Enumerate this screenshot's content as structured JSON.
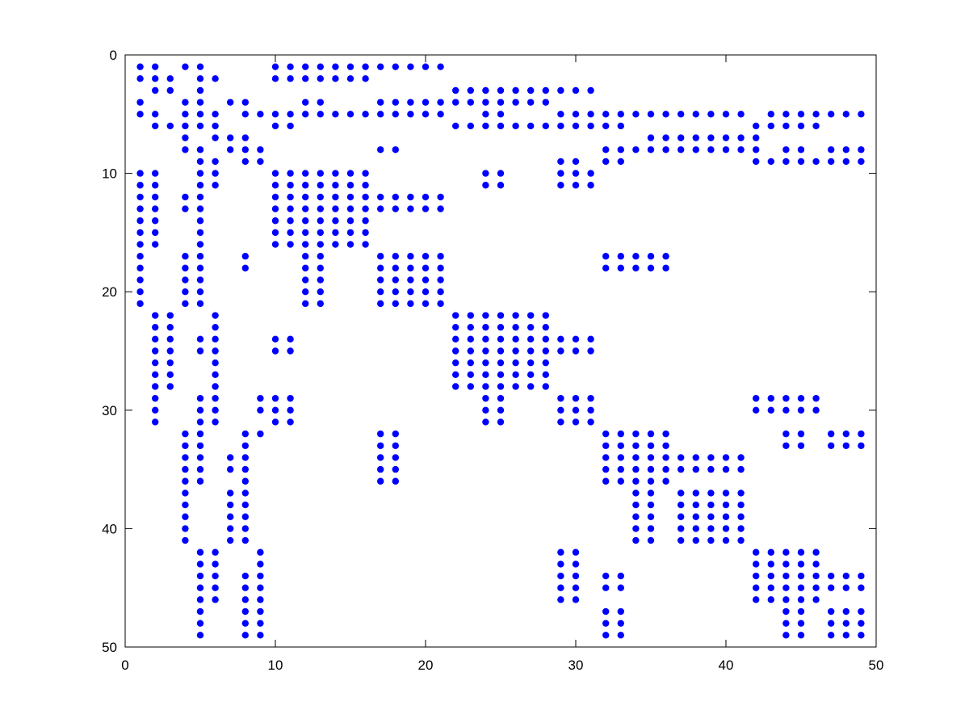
{
  "chart_data": {
    "type": "scatter",
    "title": "",
    "xlabel": "",
    "ylabel": "",
    "xlim": [
      0,
      50
    ],
    "ylim": [
      0,
      50
    ],
    "y_axis_inverted": true,
    "grid": false,
    "legend": "none",
    "marker_color": "#0000ff",
    "xticks": [
      0,
      10,
      20,
      30,
      40,
      50
    ],
    "yticks": [
      0,
      10,
      20,
      30,
      40,
      50
    ],
    "xtick_labels": [
      "0",
      "10",
      "20",
      "30",
      "40",
      "50"
    ],
    "ytick_labels": [
      "0",
      "10",
      "20",
      "30",
      "40",
      "50"
    ],
    "series": [
      {
        "rows": [
          {
            "y": 1,
            "x": [
              1,
              2,
              4,
              5,
              10,
              11,
              12,
              13,
              14,
              15,
              16,
              17,
              18,
              19,
              20,
              21
            ]
          },
          {
            "y": 2,
            "x": [
              1,
              2,
              3,
              5,
              6,
              10,
              11,
              12,
              13,
              14,
              15,
              16
            ]
          },
          {
            "y": 3,
            "x": [
              2,
              3,
              5,
              22,
              23,
              24,
              25,
              26,
              27,
              28,
              29,
              30,
              31
            ]
          },
          {
            "y": 4,
            "x": [
              1,
              4,
              5,
              7,
              8,
              12,
              13,
              17,
              18,
              19,
              20,
              21,
              22,
              23,
              24,
              25,
              26,
              27,
              28
            ]
          },
          {
            "y": 5,
            "x": [
              1,
              2,
              4,
              5,
              6,
              8,
              9,
              10,
              11,
              12,
              13,
              14,
              15,
              16,
              17,
              18,
              19,
              20,
              21,
              24,
              25,
              29,
              30,
              31,
              32,
              33,
              34,
              35,
              36,
              37,
              38,
              39,
              40,
              41,
              43,
              44,
              45,
              46,
              47,
              48,
              49
            ]
          },
          {
            "y": 6,
            "x": [
              2,
              3,
              4,
              5,
              6,
              10,
              11,
              22,
              23,
              24,
              25,
              26,
              27,
              28,
              29,
              30,
              31,
              32,
              33,
              42,
              43,
              44,
              45,
              46
            ]
          },
          {
            "y": 7,
            "x": [
              4,
              6,
              7,
              8,
              35,
              36,
              37,
              38,
              39,
              40,
              41,
              42
            ]
          },
          {
            "y": 8,
            "x": [
              4,
              5,
              7,
              8,
              9,
              17,
              18,
              32,
              33,
              34,
              35,
              36,
              37,
              38,
              39,
              40,
              41,
              42,
              44,
              45,
              47,
              48,
              49
            ]
          },
          {
            "y": 9,
            "x": [
              5,
              6,
              8,
              9,
              29,
              30,
              32,
              33,
              42,
              43,
              44,
              45,
              46,
              47,
              48,
              49
            ]
          },
          {
            "y": 10,
            "x": [
              1,
              2,
              5,
              6,
              10,
              11,
              12,
              13,
              14,
              15,
              16,
              24,
              25,
              29,
              30,
              31
            ]
          },
          {
            "y": 11,
            "x": [
              1,
              2,
              5,
              6,
              10,
              11,
              12,
              13,
              14,
              15,
              16,
              24,
              25,
              29,
              30,
              31
            ]
          },
          {
            "y": 12,
            "x": [
              1,
              2,
              4,
              5,
              10,
              11,
              12,
              13,
              14,
              15,
              16,
              17,
              18,
              19,
              20,
              21
            ]
          },
          {
            "y": 13,
            "x": [
              1,
              2,
              4,
              5,
              10,
              11,
              12,
              13,
              14,
              15,
              16,
              17,
              18,
              19,
              20,
              21
            ]
          },
          {
            "y": 14,
            "x": [
              1,
              2,
              5,
              10,
              11,
              12,
              13,
              14,
              15,
              16
            ]
          },
          {
            "y": 15,
            "x": [
              1,
              2,
              5,
              10,
              11,
              12,
              13,
              14,
              15,
              16
            ]
          },
          {
            "y": 16,
            "x": [
              1,
              2,
              5,
              10,
              11,
              12,
              13,
              14,
              15,
              16
            ]
          },
          {
            "y": 17,
            "x": [
              1,
              4,
              5,
              8,
              12,
              13,
              17,
              18,
              19,
              20,
              21,
              32,
              33,
              34,
              35,
              36
            ]
          },
          {
            "y": 18,
            "x": [
              1,
              4,
              5,
              8,
              12,
              13,
              17,
              18,
              19,
              20,
              21,
              32,
              33,
              34,
              35,
              36
            ]
          },
          {
            "y": 19,
            "x": [
              1,
              4,
              5,
              12,
              13,
              17,
              18,
              19,
              20,
              21
            ]
          },
          {
            "y": 20,
            "x": [
              1,
              4,
              5,
              12,
              13,
              17,
              18,
              19,
              20,
              21
            ]
          },
          {
            "y": 21,
            "x": [
              1,
              4,
              5,
              12,
              13,
              17,
              18,
              19,
              20,
              21
            ]
          },
          {
            "y": 22,
            "x": [
              2,
              3,
              6,
              22,
              23,
              24,
              25,
              26,
              27,
              28
            ]
          },
          {
            "y": 23,
            "x": [
              2,
              3,
              6,
              22,
              23,
              24,
              25,
              26,
              27,
              28
            ]
          },
          {
            "y": 24,
            "x": [
              2,
              3,
              5,
              6,
              10,
              11,
              22,
              23,
              24,
              25,
              26,
              27,
              28,
              29,
              30,
              31
            ]
          },
          {
            "y": 25,
            "x": [
              2,
              3,
              5,
              6,
              10,
              11,
              22,
              23,
              24,
              25,
              26,
              27,
              28,
              29,
              30,
              31
            ]
          },
          {
            "y": 26,
            "x": [
              2,
              3,
              6,
              22,
              23,
              24,
              25,
              26,
              27,
              28
            ]
          },
          {
            "y": 27,
            "x": [
              2,
              3,
              6,
              22,
              23,
              24,
              25,
              26,
              27,
              28
            ]
          },
          {
            "y": 28,
            "x": [
              2,
              3,
              6,
              22,
              23,
              24,
              25,
              26,
              27,
              28
            ]
          },
          {
            "y": 29,
            "x": [
              2,
              5,
              6,
              9,
              10,
              11,
              24,
              25,
              29,
              30,
              31,
              42,
              43,
              44,
              45,
              46
            ]
          },
          {
            "y": 30,
            "x": [
              2,
              5,
              6,
              9,
              10,
              11,
              24,
              25,
              29,
              30,
              31,
              42,
              43,
              44,
              45,
              46
            ]
          },
          {
            "y": 31,
            "x": [
              2,
              5,
              6,
              10,
              11,
              24,
              25,
              29,
              30,
              31
            ]
          },
          {
            "y": 32,
            "x": [
              4,
              5,
              8,
              9,
              17,
              18,
              32,
              33,
              34,
              35,
              36,
              44,
              45,
              47,
              48,
              49
            ]
          },
          {
            "y": 33,
            "x": [
              4,
              5,
              8,
              17,
              18,
              32,
              33,
              34,
              35,
              36,
              44,
              45,
              47,
              48,
              49
            ]
          },
          {
            "y": 34,
            "x": [
              4,
              5,
              7,
              8,
              17,
              18,
              32,
              33,
              34,
              35,
              36,
              37,
              38,
              39,
              40,
              41
            ]
          },
          {
            "y": 35,
            "x": [
              4,
              5,
              7,
              8,
              17,
              18,
              32,
              33,
              34,
              35,
              36,
              37,
              38,
              39,
              40,
              41
            ]
          },
          {
            "y": 36,
            "x": [
              4,
              5,
              8,
              17,
              18,
              32,
              33,
              34,
              35,
              36
            ]
          },
          {
            "y": 37,
            "x": [
              4,
              7,
              8,
              34,
              35,
              37,
              38,
              39,
              40,
              41
            ]
          },
          {
            "y": 38,
            "x": [
              4,
              7,
              8,
              34,
              35,
              37,
              38,
              39,
              40,
              41
            ]
          },
          {
            "y": 39,
            "x": [
              4,
              7,
              8,
              34,
              35,
              37,
              38,
              39,
              40,
              41
            ]
          },
          {
            "y": 40,
            "x": [
              4,
              7,
              8,
              34,
              35,
              37,
              38,
              39,
              40,
              41
            ]
          },
          {
            "y": 41,
            "x": [
              4,
              7,
              8,
              34,
              35,
              37,
              38,
              39,
              40,
              41
            ]
          },
          {
            "y": 42,
            "x": [
              5,
              6,
              9,
              29,
              30,
              42,
              43,
              44,
              45,
              46
            ]
          },
          {
            "y": 43,
            "x": [
              5,
              6,
              9,
              29,
              30,
              42,
              43,
              44,
              45,
              46
            ]
          },
          {
            "y": 44,
            "x": [
              5,
              6,
              8,
              9,
              29,
              30,
              32,
              33,
              42,
              43,
              44,
              45,
              46,
              47,
              48,
              49
            ]
          },
          {
            "y": 45,
            "x": [
              5,
              6,
              8,
              9,
              29,
              30,
              32,
              33,
              42,
              43,
              44,
              45,
              46,
              47,
              48,
              49
            ]
          },
          {
            "y": 46,
            "x": [
              5,
              6,
              8,
              9,
              29,
              30,
              42,
              43,
              44,
              45,
              46
            ]
          },
          {
            "y": 47,
            "x": [
              5,
              8,
              9,
              32,
              33,
              44,
              45,
              47,
              48,
              49
            ]
          },
          {
            "y": 48,
            "x": [
              5,
              8,
              9,
              32,
              33,
              44,
              45,
              47,
              48,
              49
            ]
          },
          {
            "y": 49,
            "x": [
              5,
              8,
              9,
              32,
              33,
              44,
              45,
              47,
              48,
              49
            ]
          }
        ]
      }
    ]
  }
}
